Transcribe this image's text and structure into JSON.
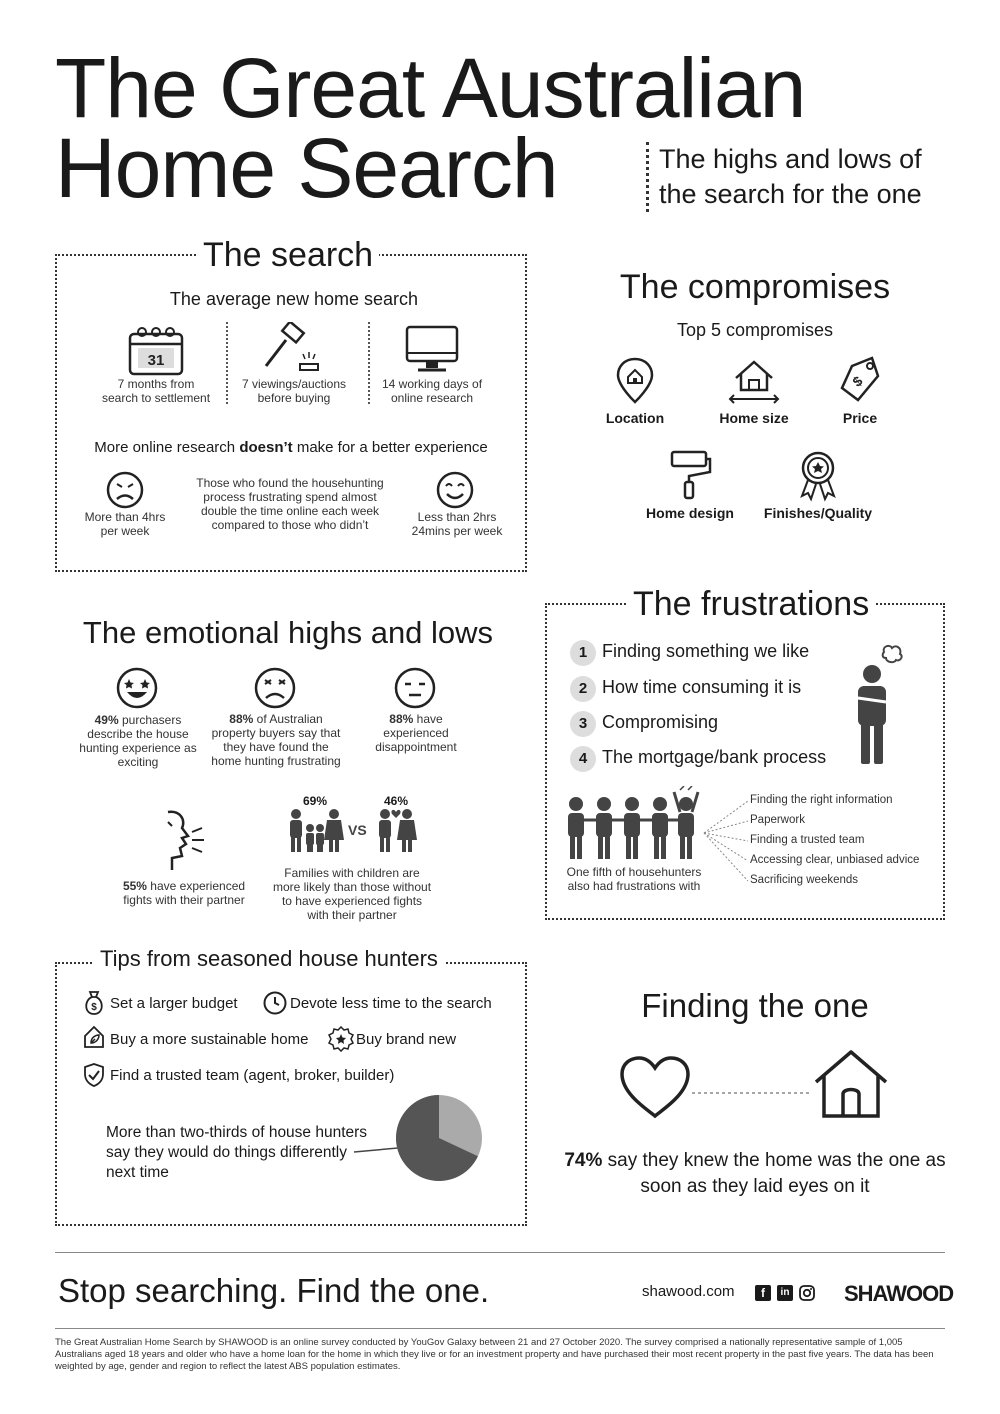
{
  "header": {
    "title_line1": "The Great Australian",
    "title_line2": "Home Search",
    "subtitle": "The highs and lows of the search for the one"
  },
  "search": {
    "title": "The search",
    "subtitle": "The average new home search",
    "calendar_day": "31",
    "stats": [
      "7 months from search to settlement",
      "7 viewings/auctions before buying",
      "14 working days of online research"
    ],
    "online_heading_pre": "More online research ",
    "online_heading_bold": "doesn’t",
    "online_heading_post": " make for a better experience",
    "left_caption": "More than 4hrs per week",
    "middle_caption": "Those who found the househunting process frustrating spend almost double the time online each week compared to those who didn’t",
    "right_caption": "Less than 2hrs 24mins per week"
  },
  "compromises": {
    "title": "The compromises",
    "subtitle": "Top 5 compromises",
    "items": [
      "Location",
      "Home size",
      "Price",
      "Home design",
      "Finishes/Quality"
    ]
  },
  "emotional": {
    "title": "The emotional highs and lows",
    "stat1_bold": "49%",
    "stat1_text": " purchasers describe the house hunting experience as exciting",
    "stat2_bold": "88%",
    "stat2_text": " of Australian property buyers say that they have found the home hunting frustrating",
    "stat3_bold": "88%",
    "stat3_text": " have experienced disappointment",
    "stat4_bold": "55%",
    "stat4_text": " have experienced fights with their partner",
    "family_pct": "69%",
    "vs": "VS",
    "nofamily_pct": "46%",
    "family_caption": "Families with children are more likely than those without to have experienced fights with their partner"
  },
  "frustrations": {
    "title": "The frustrations",
    "items": [
      {
        "n": "1",
        "label": "Finding something we like"
      },
      {
        "n": "2",
        "label": "How time consuming it is"
      },
      {
        "n": "3",
        "label": "Compromising"
      },
      {
        "n": "4",
        "label": "The mortgage/bank process"
      }
    ],
    "group_caption": "One fifth of househunters also had frustrations with",
    "others": [
      "Finding the right information",
      "Paperwork",
      "Finding a trusted team",
      "Accessing clear, unbiased advice",
      "Sacrificing weekends"
    ]
  },
  "tips": {
    "title": "Tips from seasoned house hunters",
    "items": [
      "Set a larger budget",
      "Devote less time to the search",
      "Buy a more sustainable home",
      "Buy brand new",
      "Find a trusted team (agent, broker, builder)"
    ],
    "pie_caption": "More than two-thirds of house hunters say they would do things differently next time",
    "pie_fraction": 0.68
  },
  "finding": {
    "title": "Finding the one",
    "stat_bold": "74%",
    "stat_text": " say they knew the home was the one as soon as they laid eyes on it"
  },
  "footer": {
    "tagline": "Stop searching. Find the one.",
    "website": "shawood.com",
    "social_fb": "f",
    "social_in": "in",
    "brand": "SHAWOOD",
    "disclaimer": "The Great Australian Home Search by SHAWOOD is an online survey conducted by YouGov Galaxy between 21 and 27 October 2020. The survey comprised a nationally representative sample of 1,005 Australians aged 18 years and older who have a home loan for the home in which they live or for an investment property and have purchased their most recent property in the past five years. The data has been weighted by age, gender and region to reflect the latest ABS population estimates."
  }
}
